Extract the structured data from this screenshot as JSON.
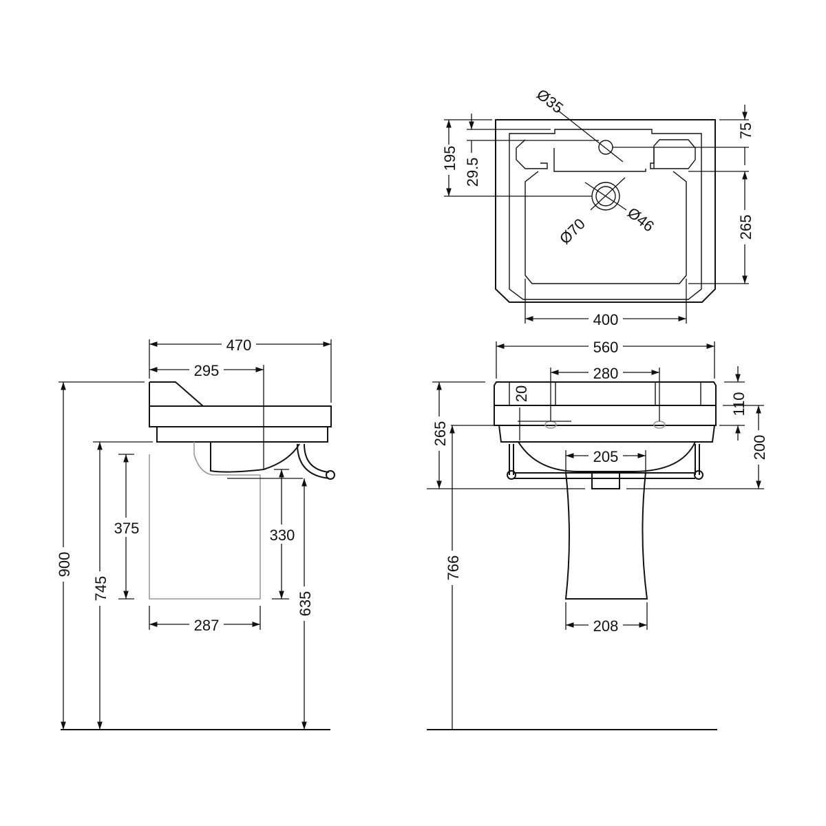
{
  "drawing": {
    "plan_view": {
      "tap_hole": "Ø35",
      "depth_to_waste": "195",
      "tap_offset": "29.5",
      "rim_to_tap": "75",
      "waste_outer": "Ø70",
      "waste_inner": "Ø46",
      "bowl_depth": "265",
      "bowl_width": "400"
    },
    "side_view": {
      "overall_depth": "470",
      "depth_to_pedestal": "295",
      "overall_height": "900",
      "underside_height": "745",
      "pedestal_height": "375",
      "trap_height": "330",
      "rail_height": "635",
      "pedestal_depth": "287"
    },
    "front_view": {
      "overall_width": "560",
      "tap_centres": "280",
      "overflow_drop": "20",
      "upstand": "110",
      "basin_height": "265",
      "rim_to_rail": "200",
      "pedestal_top_width": "205",
      "rail_height": "766",
      "pedestal_base_width": "208"
    }
  }
}
